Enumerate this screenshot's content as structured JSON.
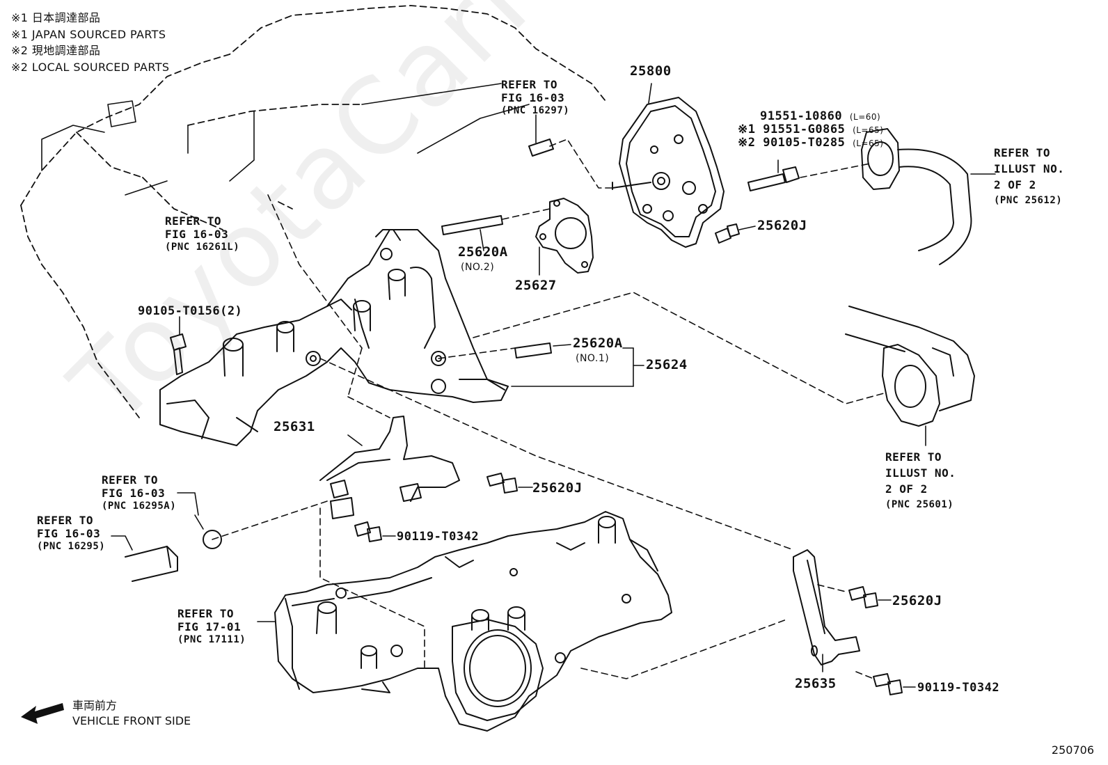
{
  "watermark": "ToyotaCarMine.ru",
  "notes": [
    "※1 日本調達部品",
    "※1 JAPAN SOURCED PARTS",
    "※2 現地調達部品",
    "※2 LOCAL SOURCED PARTS"
  ],
  "parts": {
    "p25800": "25800",
    "p25620a_no2": "25620A",
    "p25620a_no2_sub": "(NO.2)",
    "p25627": "25627",
    "p25620a_no1": "25620A",
    "p25620a_no1_sub": "(NO.1)",
    "p25624": "25624",
    "p25631": "25631",
    "p25620j_top": "25620J",
    "p25620j_mid": "25620J",
    "p25620j_right": "25620J",
    "p25635": "25635",
    "bolt_90105": "90105-T0156(2)",
    "bolt_90119_left": "90119-T0342",
    "bolt_90119_right": "90119-T0342",
    "alt1_pn": "91551-10860",
    "alt1_len": "(L=60)",
    "alt2_pn": "※1 91551-G0865",
    "alt2_len": "(L=65)",
    "alt3_pn": "※2 90105-T0285",
    "alt3_len": "(L=65)"
  },
  "refs": {
    "r16297": [
      "REFER TO",
      "FIG 16-03",
      "(PNC 16297)"
    ],
    "r16261": [
      "REFER TO",
      "FIG 16-03",
      "(PNC 16261L)"
    ],
    "r25612": [
      "REFER TO",
      "ILLUST NO.",
      "2 OF 2",
      "(PNC 25612)"
    ],
    "r25601": [
      "REFER TO",
      "ILLUST NO.",
      "2 OF 2",
      "(PNC 25601)"
    ],
    "r16295a": [
      "REFER TO",
      "FIG 16-03",
      "(PNC 16295A)"
    ],
    "r16295": [
      "REFER TO",
      "FIG 16-03",
      "(PNC 16295)"
    ],
    "r17111": [
      "REFER TO",
      "FIG 17-01",
      "(PNC 17111)"
    ]
  },
  "front": [
    "車両前方",
    "VEHICLE FRONT SIDE"
  ],
  "illustration_no": "250706"
}
